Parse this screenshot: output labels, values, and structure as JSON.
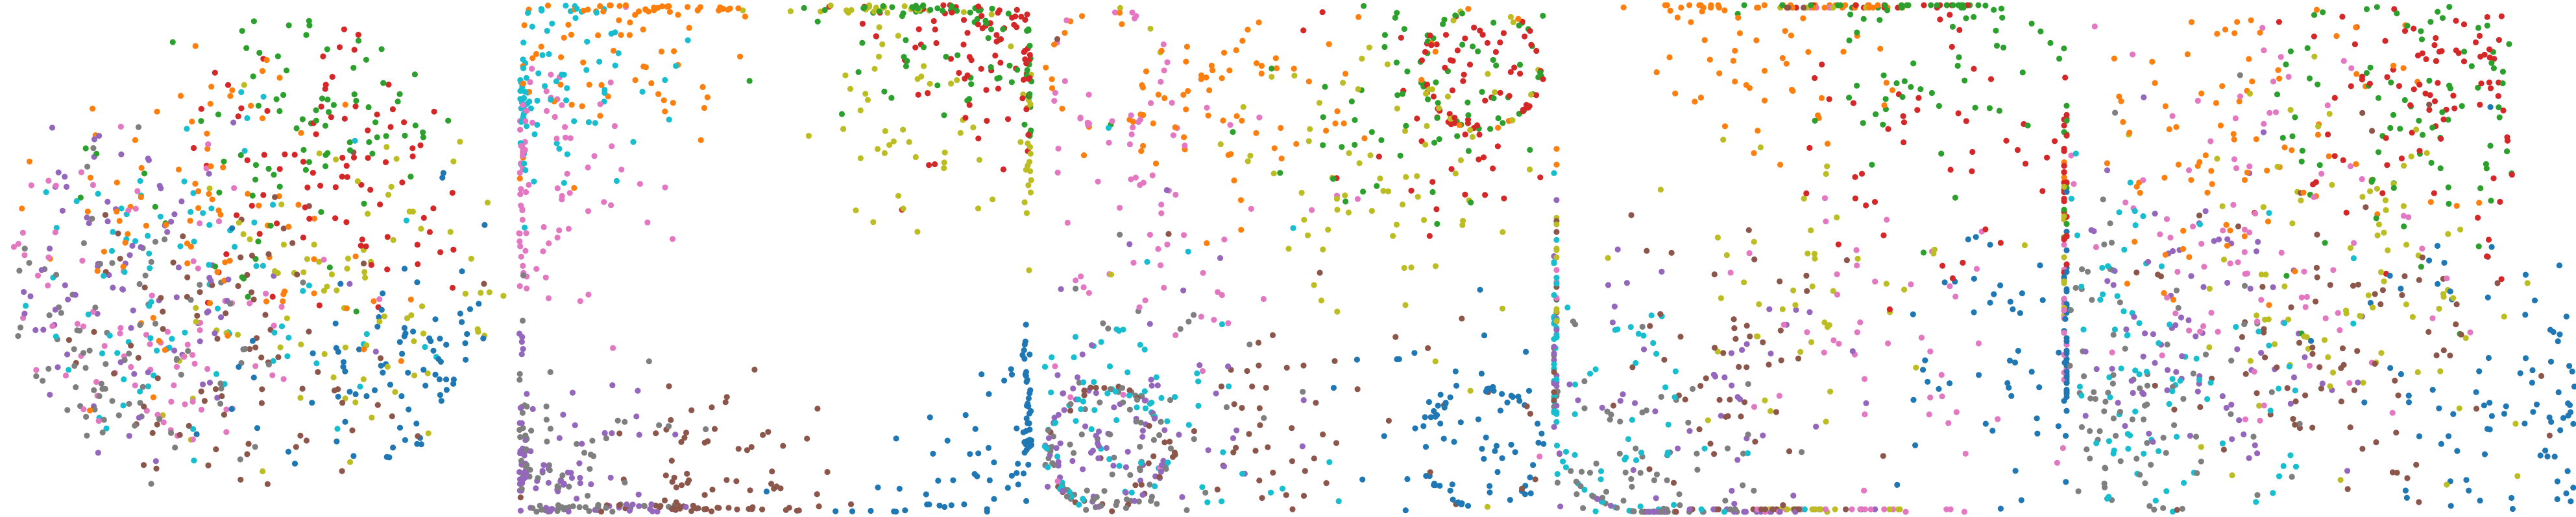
{
  "figure": {
    "palette": [
      "#1f77b4",
      "#ff7f0e",
      "#2ca02c",
      "#d62728",
      "#9467bd",
      "#8c564b",
      "#e377c2",
      "#7f7f7f",
      "#bcbd22",
      "#17becf"
    ],
    "point_color_names": [
      "blue",
      "orange",
      "green",
      "red",
      "purple",
      "brown",
      "pink",
      "gray",
      "olive",
      "cyan"
    ],
    "axes_visible": false,
    "background": "#ffffff"
  },
  "chart_data": [
    {
      "type": "scatter",
      "panel": 1,
      "shape": "disk",
      "axes_visible": false,
      "grid": false,
      "xlim": [
        -1,
        1
      ],
      "ylim": [
        -1,
        1
      ],
      "class_centers": [
        [
          0.75,
          -0.55
        ],
        [
          -0.15,
          0.2
        ],
        [
          0.2,
          0.55
        ],
        [
          0.35,
          0.45
        ],
        [
          -0.55,
          -0.05
        ],
        [
          -0.1,
          -0.45
        ],
        [
          -0.5,
          -0.25
        ],
        [
          -0.6,
          -0.45
        ],
        [
          0.4,
          -0.15
        ],
        [
          -0.3,
          -0.15
        ]
      ],
      "spread": 0.35
    },
    {
      "type": "scatter",
      "panel": 2,
      "shape": "square, points concentrated on the boundary",
      "axes_visible": false,
      "grid": false,
      "xlim": [
        -1,
        1
      ],
      "ylim": [
        -1,
        1
      ],
      "class_centers": [
        [
          1.0,
          -0.7
        ],
        [
          -0.6,
          0.95
        ],
        [
          0.7,
          0.95
        ],
        [
          0.95,
          0.95
        ],
        [
          -1.0,
          -0.9
        ],
        [
          -0.3,
          -0.95
        ],
        [
          -0.9,
          0.3
        ],
        [
          -1.0,
          -1.0
        ],
        [
          0.6,
          0.6
        ],
        [
          -1.0,
          0.8
        ]
      ],
      "spread": 0.25
    },
    {
      "type": "scatter",
      "panel": 3,
      "shape": "square with four corner circles",
      "axes_visible": false,
      "grid": false,
      "xlim": [
        -1,
        1
      ],
      "ylim": [
        -1,
        1
      ],
      "class_centers": [
        [
          0.9,
          -0.7
        ],
        [
          -0.2,
          0.7
        ],
        [
          0.6,
          0.75
        ],
        [
          0.75,
          0.75
        ],
        [
          -0.7,
          -0.7
        ],
        [
          -0.2,
          -0.75
        ],
        [
          -0.6,
          0.2
        ],
        [
          -0.75,
          -0.8
        ],
        [
          0.3,
          0.3
        ],
        [
          -0.7,
          -0.6
        ]
      ],
      "spread": 0.3
    },
    {
      "type": "scatter",
      "panel": 4,
      "shape": "rounded square, points concentrated on the boundary",
      "axes_visible": false,
      "grid": false,
      "xlim": [
        -1,
        1
      ],
      "ylim": [
        -1,
        1
      ],
      "class_centers": [
        [
          1.0,
          -0.4
        ],
        [
          -0.2,
          0.8
        ],
        [
          0.5,
          0.9
        ],
        [
          0.5,
          0.5
        ],
        [
          -0.5,
          -0.6
        ],
        [
          -0.3,
          -0.4
        ],
        [
          0.2,
          -0.3
        ],
        [
          -0.7,
          -1.0
        ],
        [
          0.0,
          -0.1
        ],
        [
          -0.9,
          -0.6
        ]
      ],
      "spread": 0.3
    },
    {
      "type": "scatter",
      "panel": 5,
      "shape": "irregular rectangle with a right-side bulge",
      "axes_visible": false,
      "grid": false,
      "xlim": [
        -1,
        1
      ],
      "ylim": [
        -1,
        1
      ],
      "class_centers": [
        [
          0.85,
          -0.6
        ],
        [
          -0.3,
          0.5
        ],
        [
          0.5,
          0.6
        ],
        [
          0.6,
          0.8
        ],
        [
          -0.6,
          -0.2
        ],
        [
          0.0,
          -0.4
        ],
        [
          -0.3,
          0.1
        ],
        [
          -0.9,
          -0.6
        ],
        [
          0.1,
          -0.1
        ],
        [
          -0.7,
          -0.55
        ]
      ],
      "spread": 0.35
    }
  ]
}
